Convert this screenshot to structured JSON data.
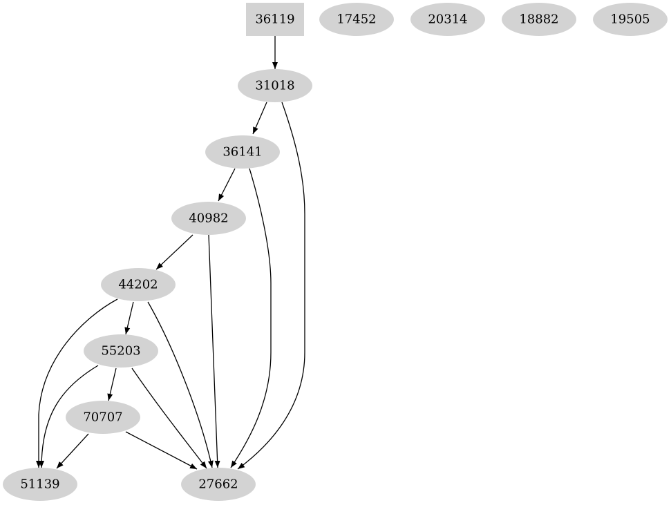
{
  "nodes": [
    {
      "id": "36119",
      "label": "36119",
      "shape": "box"
    },
    {
      "id": "17452",
      "label": "17452",
      "shape": "ellipse"
    },
    {
      "id": "20314",
      "label": "20314",
      "shape": "ellipse"
    },
    {
      "id": "18882",
      "label": "18882",
      "shape": "ellipse"
    },
    {
      "id": "19505",
      "label": "19505",
      "shape": "ellipse"
    },
    {
      "id": "31018",
      "label": "31018",
      "shape": "ellipse"
    },
    {
      "id": "36141",
      "label": "36141",
      "shape": "ellipse"
    },
    {
      "id": "40982",
      "label": "40982",
      "shape": "ellipse"
    },
    {
      "id": "44202",
      "label": "44202",
      "shape": "ellipse"
    },
    {
      "id": "55203",
      "label": "55203",
      "shape": "ellipse"
    },
    {
      "id": "70707",
      "label": "70707",
      "shape": "ellipse"
    },
    {
      "id": "51139",
      "label": "51139",
      "shape": "ellipse"
    },
    {
      "id": "27662",
      "label": "27662",
      "shape": "ellipse"
    }
  ],
  "edges": [
    {
      "from": "36119",
      "to": "31018"
    },
    {
      "from": "31018",
      "to": "36141"
    },
    {
      "from": "31018",
      "to": "27662"
    },
    {
      "from": "36141",
      "to": "40982"
    },
    {
      "from": "36141",
      "to": "27662"
    },
    {
      "from": "40982",
      "to": "44202"
    },
    {
      "from": "40982",
      "to": "27662"
    },
    {
      "from": "44202",
      "to": "55203"
    },
    {
      "from": "44202",
      "to": "51139"
    },
    {
      "from": "44202",
      "to": "27662"
    },
    {
      "from": "55203",
      "to": "70707"
    },
    {
      "from": "55203",
      "to": "51139"
    },
    {
      "from": "55203",
      "to": "27662"
    },
    {
      "from": "70707",
      "to": "51139"
    },
    {
      "from": "70707",
      "to": "27662"
    }
  ],
  "colors": {
    "node_fill": "#d3d3d3",
    "edge": "#000000"
  }
}
